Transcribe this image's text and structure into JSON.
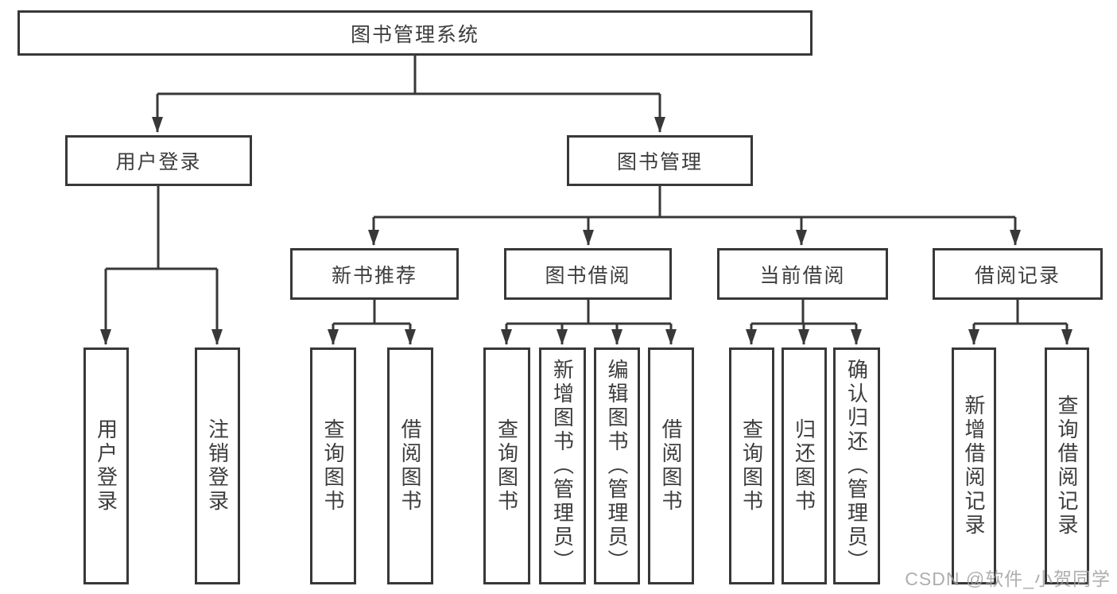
{
  "diagram_type": "hierarchy-tree",
  "colors": {
    "line": "#383838",
    "box_border": "#383838",
    "box_fill": "#ffffff",
    "text": "#3d3d3d",
    "watermark": "#a0a0a0"
  },
  "tree": {
    "root": {
      "label": "图书管理系统",
      "children": [
        {
          "label": "用户登录",
          "children": [
            {
              "label": "用户登录"
            },
            {
              "label": "注销登录"
            }
          ]
        },
        {
          "label": "图书管理",
          "children": [
            {
              "label": "新书推荐",
              "children": [
                {
                  "label": "查询图书"
                },
                {
                  "label": "借阅图书"
                }
              ]
            },
            {
              "label": "图书借阅",
              "children": [
                {
                  "label": "查询图书"
                },
                {
                  "label": "新增图书（管理员）"
                },
                {
                  "label": "编辑图书（管理员）"
                },
                {
                  "label": "借阅图书"
                }
              ]
            },
            {
              "label": "当前借阅",
              "children": [
                {
                  "label": "查询图书"
                },
                {
                  "label": "归还图书"
                },
                {
                  "label": "确认归还（管理员）"
                }
              ]
            },
            {
              "label": "借阅记录",
              "children": [
                {
                  "label": "新增借阅记录"
                },
                {
                  "label": "查询借阅记录"
                }
              ]
            }
          ]
        }
      ]
    }
  },
  "watermark": {
    "text": "CSDN @软件_小贺同学"
  }
}
